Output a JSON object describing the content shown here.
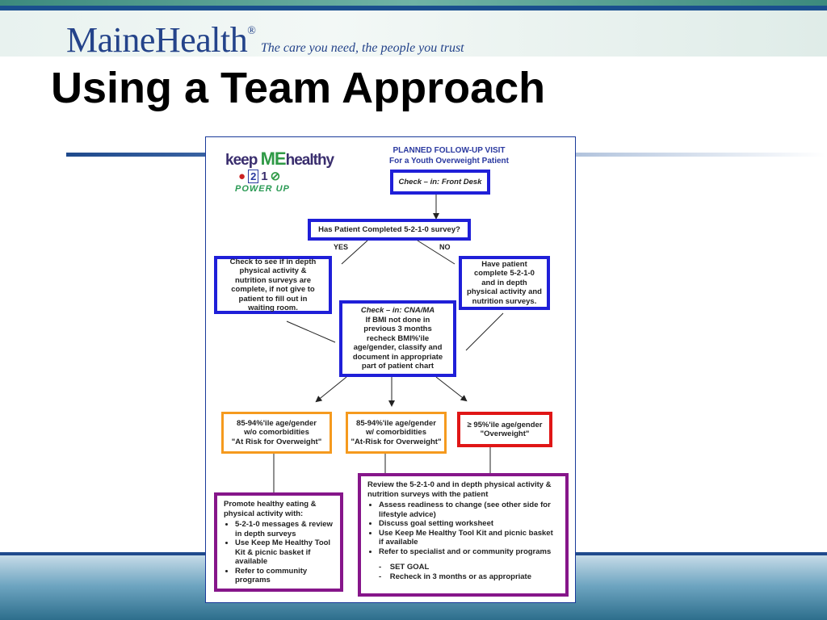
{
  "header": {
    "logo_main": "MaineHealth",
    "logo_registered": "®",
    "logo_tagline": "The care you need, the people you trust",
    "slide_title": "Using a Team Approach"
  },
  "document": {
    "logo": {
      "word_keep": "keep",
      "word_me": "ME",
      "word_healthy": "healthy",
      "digit_2": "2",
      "digit_1": "1",
      "tagline": "POWER UP"
    },
    "heading_line1": "PLANNED FOLLOW-UP VISIT",
    "heading_line2": "For a Youth Overweight Patient",
    "front_desk": "Check – in: Front Desk",
    "survey_question": "Has Patient Completed 5-2-1-0 survey?",
    "yes_label": "YES",
    "no_label": "NO",
    "yes_box": "Check to see if in depth physical activity & nutrition surveys are complete, if not give to patient to fill out in waiting room.",
    "no_box": "Have patient complete 5-2-1-0 and in depth physical activity and nutrition surveys.",
    "cna_title": "Check – in: CNA/MA",
    "cna_body": "If BMI not done in previous 3 months recheck BMI%'ile age/gender, classify and document in appropriate part of patient chart",
    "cat1_line1": "85-94%'ile age/gender",
    "cat1_line2": "w/o comorbidities",
    "cat1_line3": "\"At Risk for Overweight\"",
    "cat2_line1": "85-94%'ile age/gender",
    "cat2_line2": "w/ comorbidities",
    "cat2_line3": "\"At-Risk for Overweight\"",
    "cat3_line1": "≥ 95%'ile age/gender",
    "cat3_line2": "\"Overweight\"",
    "promote_title": "Promote healthy eating & physical activity with:",
    "promote_items": [
      "5-2-1-0 messages & review in depth surveys",
      "Use Keep Me Healthy Tool Kit & picnic basket if available",
      "Refer to community programs"
    ],
    "review_title": "Review the 5-2-1-0 and in depth physical activity & nutrition surveys with the patient",
    "review_items": [
      "Assess readiness to change (see other side for lifestyle advice)",
      "Discuss goal setting worksheet",
      "Use Keep Me Healthy Tool Kit and picnic basket if available",
      "Refer to specialist and or community programs"
    ],
    "review_dash_items": [
      "SET GOAL",
      "Recheck in 3 months or as appropriate"
    ]
  },
  "colors": {
    "header_blue": "#24438a",
    "box_blue": "#1f1fd8",
    "box_orange": "#f59a1e",
    "box_red": "#e01616",
    "box_purple": "#86168a"
  }
}
